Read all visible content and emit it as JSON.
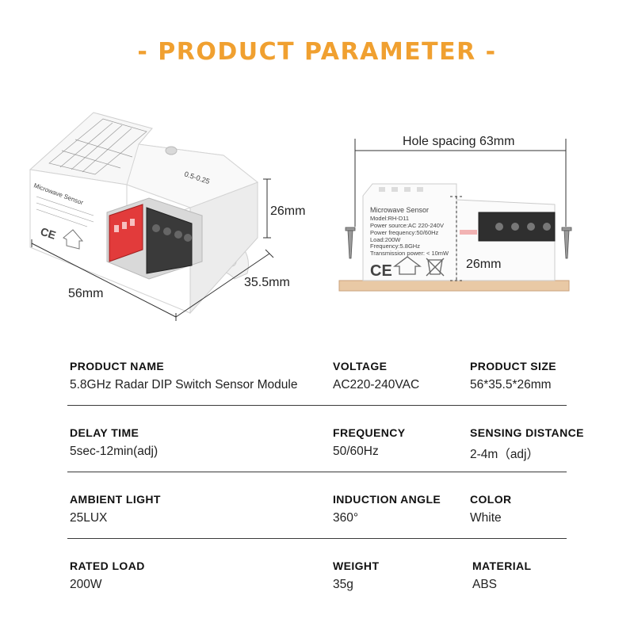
{
  "header": {
    "title": "- PRODUCT PARAMETER -",
    "accent_color": "#F0A030"
  },
  "left_product": {
    "dim_length": "56mm",
    "dim_width": "35.5mm",
    "dim_height": "26mm",
    "label_title": "Microwave Sensor",
    "panel_text": "0.5-0.25"
  },
  "right_product": {
    "hole_spacing": "Hole spacing 63mm",
    "dim_height": "26mm",
    "label_lines": [
      "Microwave Sensor",
      "Model:RH-D11",
      "Power source:AC 220-240V",
      "Power frequency:50/60Hz",
      "Load:200W",
      "Frequency:5.8GHz",
      "Transmission power: < 10mW"
    ],
    "mark_ce": "CE"
  },
  "specs": [
    [
      {
        "label": "PRODUCT NAME",
        "value": "5.8GHz Radar DIP Switch Sensor Module"
      },
      {
        "label": "VOLTAGE",
        "value": "AC220-240VAC"
      },
      {
        "label": "PRODUCT SIZE",
        "value": "56*35.5*26mm"
      }
    ],
    [
      {
        "label": "DELAY TIME",
        "value": "5sec-12min(adj)"
      },
      {
        "label": "FREQUENCY",
        "value": "50/60Hz"
      },
      {
        "label": "SENSING DISTANCE",
        "value": "2-4m（adj）"
      }
    ],
    [
      {
        "label": "AMBIENT LIGHT",
        "value": "25LUX"
      },
      {
        "label": "INDUCTION ANGLE",
        "value": "360°"
      },
      {
        "label": "COLOR",
        "value": "White"
      }
    ],
    [
      {
        "label": "RATED LOAD",
        "value": "200W"
      },
      {
        "label": "WEIGHT",
        "value": "35g"
      },
      {
        "label": "MATERIAL",
        "value": "ABS"
      }
    ]
  ]
}
